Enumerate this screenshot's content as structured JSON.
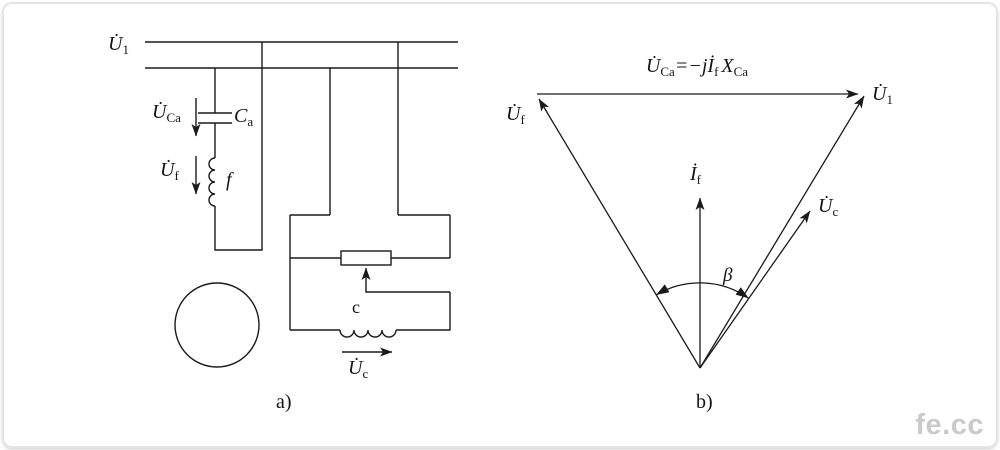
{
  "watermark": "fe.cc",
  "circuit": {
    "u1": {
      "base": "U̇",
      "sub": "1"
    },
    "u_ca": {
      "base": "U̇",
      "sub": "Ca"
    },
    "capacitor": {
      "base": "C",
      "sub": "a"
    },
    "u_f": {
      "base": "U̇",
      "sub": "f"
    },
    "winding_f": "f",
    "winding_c": "c",
    "u_c": {
      "base": "U̇",
      "sub": "c"
    },
    "caption": "a)"
  },
  "phasor": {
    "equation": {
      "u": "U̇",
      "u_sub": "Ca",
      "mid": "=−j",
      "i": "İ",
      "i_sub": "f",
      "x": "X",
      "x_sub": "Ca"
    },
    "u_f": {
      "base": "U̇",
      "sub": "f"
    },
    "u_1": {
      "base": "U̇",
      "sub": "1"
    },
    "i_f": {
      "base": "İ",
      "sub": "f"
    },
    "u_c": {
      "base": "U̇",
      "sub": "c"
    },
    "beta": "β",
    "caption": "b)"
  }
}
